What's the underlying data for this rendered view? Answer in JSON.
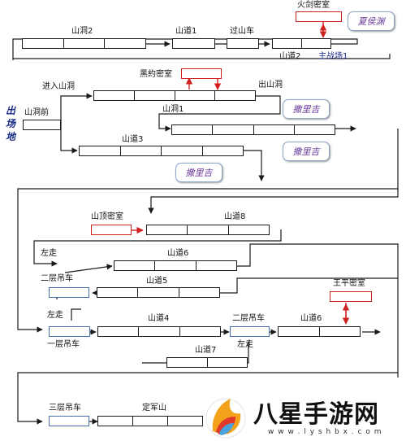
{
  "labels": {
    "huojian": "火剑密室",
    "xiahoudun": "夏侯渊",
    "shandong2": "山洞2",
    "shandao1": "山道1",
    "guoshanche": "过山车",
    "shandao2": "山道2",
    "zhuzhanchang": "主战场1",
    "heiyue": "黑約密室",
    "jinru": "进入山洞",
    "chushan": "出山洞",
    "chuchang": "出场地",
    "shandongqian": "山洞前",
    "shandong1": "山洞1",
    "saliji1": "撒里吉",
    "shandao3": "山道3",
    "saliji2": "撒里吉",
    "saliji3": "撒里吉",
    "shanding": "山顶密室",
    "shandao8": "山道8",
    "zuozou1": "左走",
    "shandao6a": "山道6",
    "erceng1": "二层吊车",
    "shandao5": "山道5",
    "wangping": "王平密室",
    "zuozou2": "左走",
    "shandao4": "山道4",
    "erceng2": "二层吊车",
    "shandao6b": "山道6",
    "yiceng": "一层吊车",
    "shandao7": "山道7",
    "zuozou3": "左走",
    "sanceng": "三层吊车",
    "dingjunshan": "定军山"
  },
  "watermark": {
    "text": "八星手游网",
    "url": "w w w . l y s h b x . c o m"
  },
  "colors": {
    "line": "#1a1a1a",
    "arrow_red": "#d02020",
    "room_border": "#d02020",
    "tag_text": "#6a3a9a"
  }
}
